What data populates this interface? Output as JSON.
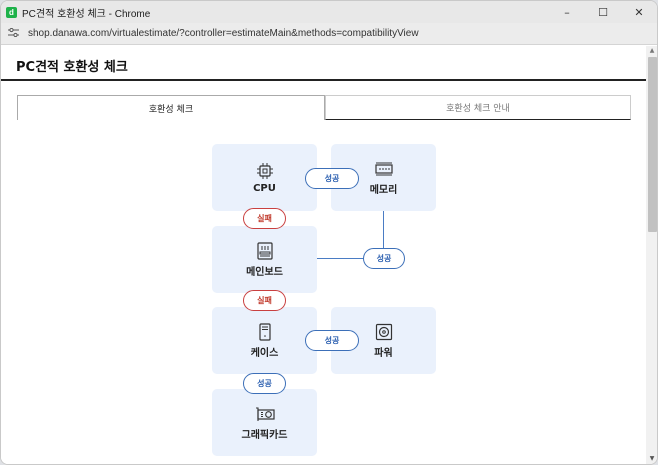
{
  "window": {
    "title": "PC견적 호환성 체크 - Chrome",
    "favicon_letter": "d",
    "controls": {
      "minimize": "–",
      "maximize": "☐",
      "close": "✕"
    }
  },
  "addressbar": {
    "url": "shop.danawa.com/virtualestimate/?controller=estimateMain&methods=compatibilityView",
    "site_icon": "tune-icon"
  },
  "page": {
    "title": "PC견적 호환성 체크",
    "tabs": [
      {
        "label": "호환성 체크",
        "active": true
      },
      {
        "label": "호환성 체크 안내",
        "active": false
      }
    ]
  },
  "diagram": {
    "colors": {
      "node_bg": "#eaf1fc",
      "success": "#2b5fb0",
      "fail": "#c0392b"
    },
    "nodes": {
      "cpu": {
        "label": "CPU",
        "icon": "cpu-chip-icon"
      },
      "memory": {
        "label": "메모리",
        "icon": "memory-ram-icon"
      },
      "mainboard": {
        "label": "메인보드",
        "icon": "mainboard-icon"
      },
      "case": {
        "label": "케이스",
        "icon": "pc-case-icon"
      },
      "power": {
        "label": "파워",
        "icon": "power-supply-icon"
      },
      "gpu": {
        "label": "그래픽카드",
        "icon": "graphics-card-icon"
      }
    },
    "links": {
      "cpu_memory": {
        "label": "성공",
        "status": "success"
      },
      "cpu_mainboard": {
        "label": "실패",
        "status": "fail"
      },
      "memory_mainboard": {
        "label": "성공",
        "status": "success"
      },
      "mainboard_case": {
        "label": "실패",
        "status": "fail"
      },
      "case_power": {
        "label": "성공",
        "status": "success"
      },
      "case_gpu": {
        "label": "성공",
        "status": "success"
      }
    }
  }
}
